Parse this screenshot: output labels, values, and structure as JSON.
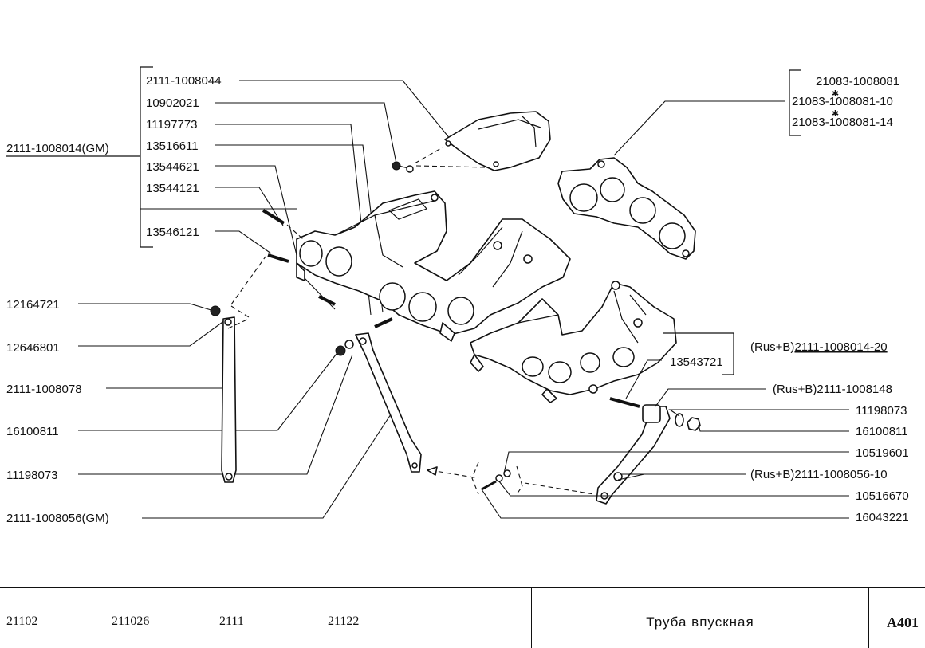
{
  "labels_left": {
    "group_gm": "2111-1008014",
    "group_gm_suffix": "(GM)",
    "l1": "2111-1008044",
    "l2": "10902021",
    "l3": "11197773",
    "l4": "13516611",
    "l5": "13544621",
    "l6": "13544121",
    "l7": "13546121",
    "l8": "12164721",
    "l9": "12646801",
    "l10": "2111-1008078",
    "l11": "16100811",
    "l12": "11198073",
    "l13": "2111-1008056(GM)"
  },
  "labels_right": {
    "g1": "21083-1008081",
    "g2": "21083-1008081-10",
    "g3": "21083-1008081-14",
    "rus_group_prefix": "(Rus+B)",
    "rus_group": "2111-1008014-20",
    "r1": "13543721",
    "r2": "(Rus+B)2111-1008148",
    "r3": "11198073",
    "r4": "16100811",
    "r5": "10519601",
    "r6": "(Rus+B)2111-1008056-10",
    "r7": "10516670",
    "r8": "16043221"
  },
  "footer": {
    "models": [
      "21102",
      "211026",
      "2111",
      "21122"
    ],
    "title": "Труба впускная",
    "code": "A401"
  }
}
